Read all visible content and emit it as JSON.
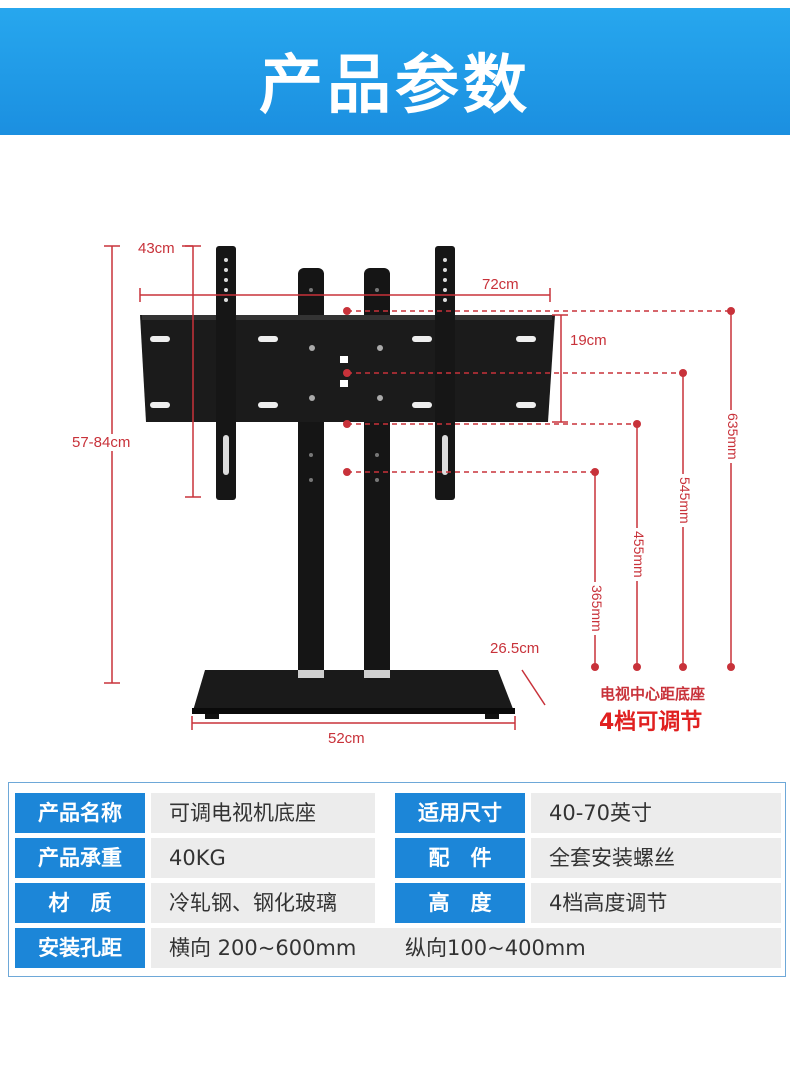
{
  "header": {
    "title": "产品参数"
  },
  "dimensions": {
    "panel_width": "43cm",
    "plate_width": "72cm",
    "plate_height": "19cm",
    "total_height": "57-84cm",
    "base_width": "52cm",
    "base_depth": "26.5cm",
    "h635": "635mm",
    "h545": "545mm",
    "h455": "455mm",
    "h365": "365mm",
    "note_small": "电视中心距底座",
    "note_big": "4档可调节"
  },
  "specs": {
    "rows": [
      {
        "label1": "产品名称",
        "value1": "可调电视机底座",
        "label2": "适用尺寸",
        "value2": "40-70英寸"
      },
      {
        "label1": "产品承重",
        "value1": "40KG",
        "label2": "配　件",
        "value2": "全套安装螺丝"
      },
      {
        "label1": "材　质",
        "value1": "冷轧钢、钢化玻璃",
        "label2": "高　度",
        "value2": "4档高度调节"
      },
      {
        "label1": "安装孔距",
        "value1": "横向 200~600mm",
        "value1b": "纵向100~400mm"
      }
    ]
  },
  "colors": {
    "banner": "#1b8fe0",
    "label_bg": "#1c86d8",
    "dimension": "#c8323a"
  }
}
